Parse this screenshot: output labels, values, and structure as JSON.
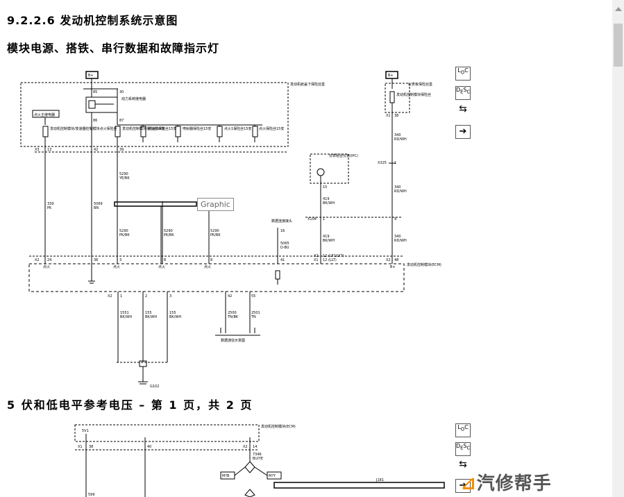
{
  "title": "9.2.2.6 发动机控制系统示意图",
  "subtitle": "模块电源、搭铁、串行数据和故障指示灯",
  "page2_heading": "5 伏和低电平参考电压 – 第 1 页，共 2 页",
  "tooltip": "Graphic",
  "logo_text": "汽修帮手",
  "diagram": {
    "fuse_box_b_plus": "B+",
    "ignition_relay_box_label": "发动机舱盖下保险丝盒",
    "relay_pin_85": "85",
    "relay_pin_30": "30",
    "relay_pin_86": "86",
    "relay_pin_87": "87",
    "relay_label": "动力系统继电器",
    "ign_label": "点火主继电器",
    "fuse1": "发动机控制模块/变速器控制模块点火保险丝",
    "fuse2": "发动机控制模块保险丝10安",
    "fuse3": "燃油泵保险丝15安",
    "fuse4": "喷射器保险丝15安",
    "fuse5": "点火1保险丝15安",
    "fuse6": "点火保险丝15安",
    "x3": "X3",
    "pin13": "13",
    "pin42": "42",
    "pin39": "39",
    "w339": "339",
    "w339c": "PK",
    "w5069": "5069",
    "w5069c": "BN",
    "w5290": "5290",
    "w5290c": "YE/BK",
    "w5290b": "5290",
    "w5290bc": "PK/BK",
    "w5290d": "5290",
    "w5290dc": "PK/BK",
    "w5290e": "5290",
    "w5290ec": "PK/BK",
    "right_b_plus": "B+",
    "right_fuse_box": "仪表板保险丝盒",
    "right_fuse": "发动机控制模块保险丝",
    "x1": "X1",
    "pin38": "38",
    "w340": "340",
    "w340c": "RD/WH",
    "x325": "X325",
    "pin1": "1",
    "ipc_label": "仪表组合仪表(IPC)",
    "pin15": "15",
    "w419": "419",
    "w419c": "BK/WH",
    "x104": "X104",
    "pin9": "9",
    "dlc_label": "数据连接接头",
    "pin16": "16",
    "w5065": "5065",
    "w5065c": "D-BU",
    "x2a": "X2",
    "x1a": "X1",
    "pin12": "12 (LF1/LY7)",
    "pin12b": "12 (LLT)",
    "x2b": "X2",
    "pin24": "24",
    "pin36": "36",
    "pin3": "3",
    "pin8": "8",
    "pin41": "41",
    "pin48": "48",
    "ecm_label": "发动机控制模块(ECM)",
    "bp": "B+",
    "ign_lbl": "点火",
    "x2c": "X2",
    "pin1b": "1",
    "pin2b": "2",
    "pin3b": "3",
    "pin42b": "42",
    "pin55": "55",
    "w1551": "1551",
    "w1551c": "BK/WH",
    "w155": "155",
    "w155c": "BK/WH",
    "w155b": "155",
    "w155bc": "BK/WH",
    "w2500": "2500",
    "w2500c": "TN/BK",
    "w2501": "2501",
    "w2501c": "TN",
    "serial_label": "数据通信示意图",
    "g102": "G102",
    "ecm2_label": "发动机控制模块(ECM)",
    "v5": "5V1",
    "x1b": "X1",
    "pin38b": "38",
    "pin40": "40",
    "x2d": "X2",
    "pin14": "14",
    "w7346": "7346",
    "w7346c": "BU/YE",
    "m_left": "M?B",
    "m_right": "M?Y",
    "j181": "J181",
    "w599": "599"
  },
  "nav_buttons": [
    {
      "label": "LOC",
      "icon": "locator-icon"
    },
    {
      "label": "DESC",
      "icon": "description-icon"
    },
    {
      "label": "⇆",
      "icon": "connector-icon"
    },
    {
      "label": "→",
      "icon": "next-arrow-icon"
    }
  ]
}
